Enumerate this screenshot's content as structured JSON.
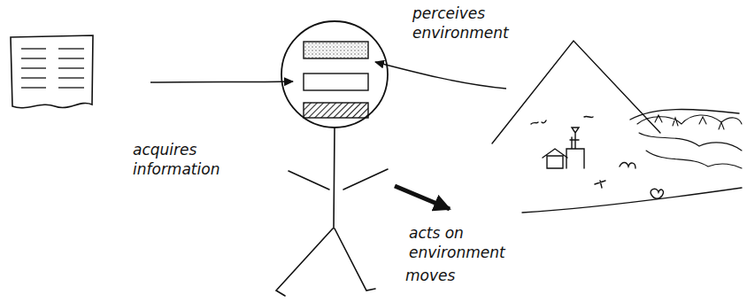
{
  "diagram": {
    "labels": [
      "perceives environment",
      "acquires information",
      "acts on environment",
      "moves"
    ]
  }
}
